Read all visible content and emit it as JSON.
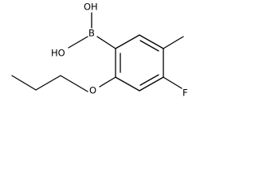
{
  "structure": {
    "labels": {
      "oh_top": "OH",
      "ho_left": "HO",
      "boron": "B",
      "fluorine": "F",
      "oxygen": "O"
    }
  }
}
